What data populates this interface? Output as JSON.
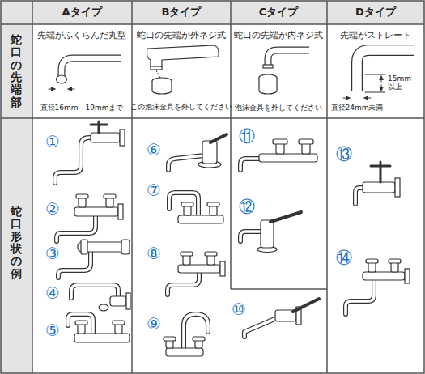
{
  "diagram": {
    "labels": [
      "Aタイプ",
      "Bタイプ",
      "Cタイプ",
      "Dタイプ",
      "蛇口の先端部",
      "蛇口形状の例",
      "先端がふくらんだ丸型",
      "蛇口の先端が外ネジ式",
      "蛇口の先端が内ネジ式",
      "先端がストレート",
      "直径16mm～19mmまで",
      "この泡沫金具を外してください",
      "泡沫金具を外してください",
      "15mm 以上",
      "直径24mm未満",
      "①",
      "②",
      "③",
      "④",
      "⑤",
      "⑥",
      "⑦",
      "⑧",
      "⑨",
      "⑪",
      "⑫",
      "⑩",
      "⑬",
      "⑭"
    ]
  }
}
